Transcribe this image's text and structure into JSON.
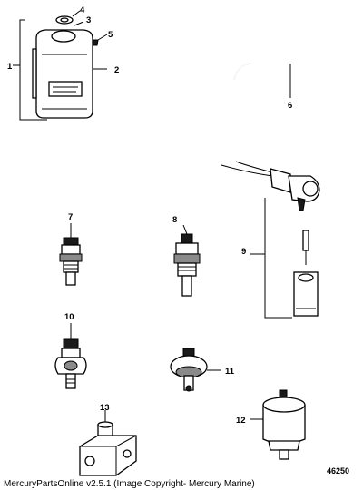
{
  "callouts": {
    "c1": "1",
    "c2": "2",
    "c3": "3",
    "c4": "4",
    "c5": "5",
    "c6": "6",
    "c7": "7",
    "c8": "8",
    "c9": "9",
    "c10": "10",
    "c11": "11",
    "c12": "12",
    "c13": "13"
  },
  "diagram_number": "46250",
  "copyright": "MercuryPartsOnline v2.5.1 (Image Copyright- Mercury Marine)"
}
